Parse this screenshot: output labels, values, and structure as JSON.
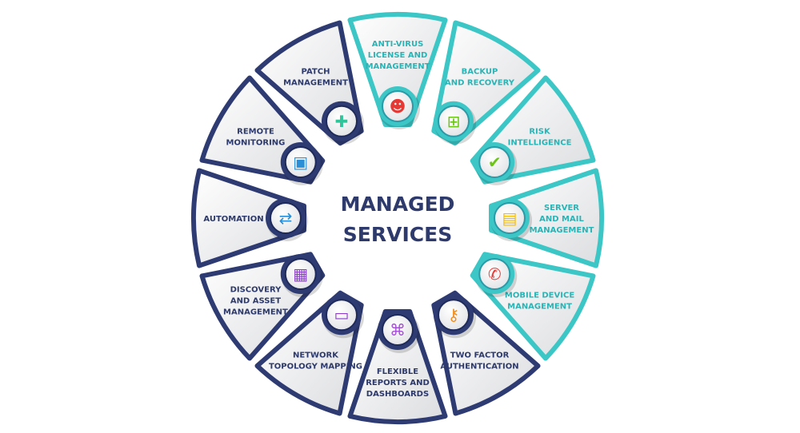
{
  "center": {
    "line1": "MANAGED",
    "line2": "SERVICES"
  },
  "colors": {
    "teal": "#3cc6c6",
    "teal_text": "#2bb3b5",
    "navy": "#2e3b72",
    "navy_text": "#2d3a6b",
    "fill": "#ececee"
  },
  "segments": [
    {
      "lines": [
        "ANTI-VIRUS",
        "LICENSE AND",
        "MANAGEMENT"
      ],
      "theme": "teal",
      "icon": "support-agent-icon",
      "icon_color": "#e53935"
    },
    {
      "lines": [
        "BACKUP",
        "AND RECOVERY"
      ],
      "theme": "teal",
      "icon": "monitor-plus-icon",
      "icon_color": "#6cc417"
    },
    {
      "lines": [
        "RISK",
        "INTELLIGENCE"
      ],
      "theme": "teal",
      "icon": "shield-check-icon",
      "icon_color": "#6cc417"
    },
    {
      "lines": [
        "SERVER",
        "AND MAIL",
        "MANAGEMENT"
      ],
      "theme": "teal",
      "icon": "server-monitor-icon",
      "icon_color": "#f5b800"
    },
    {
      "lines": [
        "MOBILE DEVICE",
        "MANAGEMENT"
      ],
      "theme": "teal",
      "icon": "phone-alert-icon",
      "icon_color": "#e53935"
    },
    {
      "lines": [
        "TWO FACTOR",
        "AUTHENTICATION"
      ],
      "theme": "navy",
      "icon": "key-icon",
      "icon_color": "#f28c1a"
    },
    {
      "lines": [
        "FLEXIBLE",
        "REPORTS AND",
        "DASHBOARDS"
      ],
      "theme": "navy",
      "icon": "hierarchy-icon",
      "icon_color": "#a64fd8"
    },
    {
      "lines": [
        "NETWORK",
        "TOPOLOGY MAPPING"
      ],
      "theme": "navy",
      "icon": "router-icon",
      "icon_color": "#8a3fc8"
    },
    {
      "lines": [
        "DISCOVERY",
        "AND ASSET",
        "MANAGEMENT"
      ],
      "theme": "navy",
      "icon": "document-icon",
      "icon_color": "#8a3fc8"
    },
    {
      "lines": [
        "AUTOMATION"
      ],
      "theme": "navy",
      "icon": "sync-servers-icon",
      "icon_color": "#2a8fd6"
    },
    {
      "lines": [
        "REMOTE",
        "MONITORING"
      ],
      "theme": "navy",
      "icon": "monitor-chart-icon",
      "icon_color": "#2a8fd6"
    },
    {
      "lines": [
        "PATCH",
        "MANAGEMENT"
      ],
      "theme": "navy",
      "icon": "bandage-icon",
      "icon_color": "#2fc49a"
    }
  ]
}
